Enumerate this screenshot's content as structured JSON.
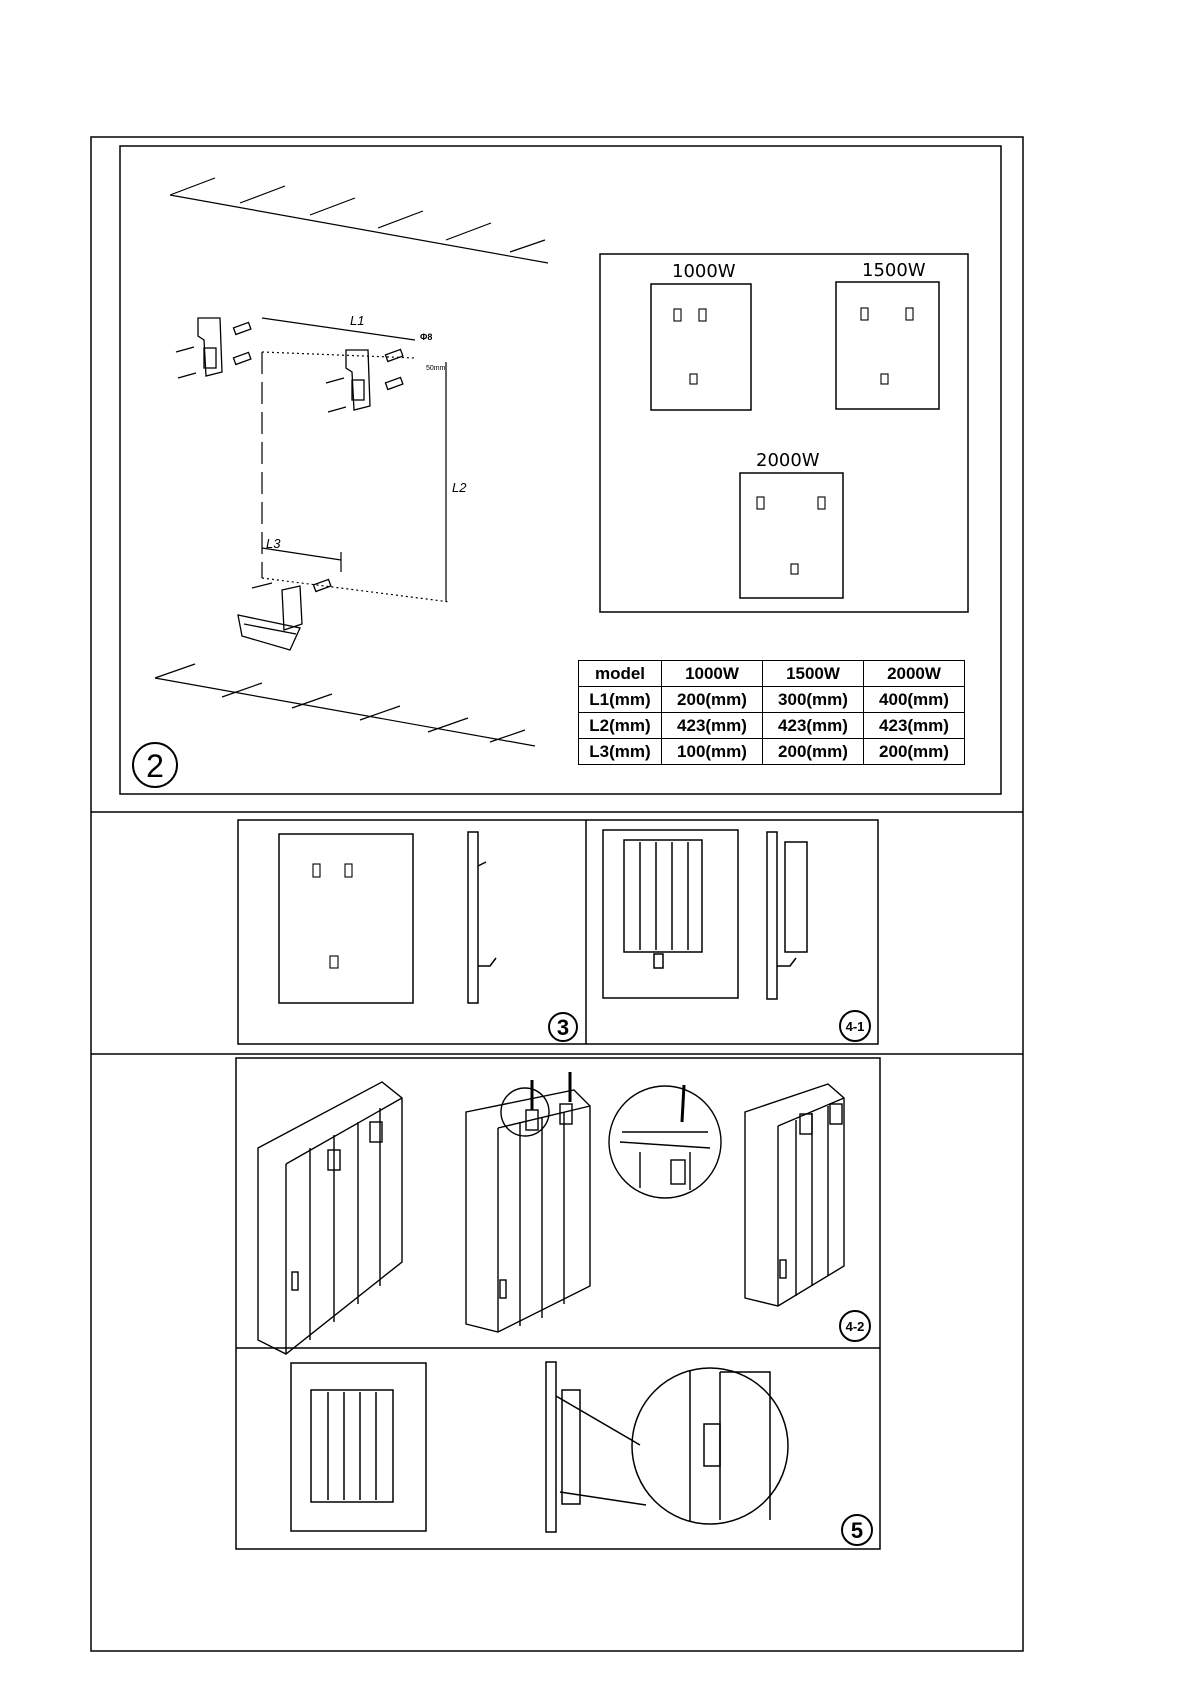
{
  "diagram": {
    "panel2": {
      "step_number": "2",
      "dimension_labels": {
        "l1": "L1",
        "l2": "L2",
        "l3": "L3",
        "hole": "Φ8",
        "offset": "50mm"
      },
      "templates": [
        {
          "label": "1000W"
        },
        {
          "label": "1500W"
        },
        {
          "label": "2000W"
        }
      ]
    },
    "table": {
      "header": [
        "model",
        "1000W",
        "1500W",
        "2000W"
      ],
      "rows": [
        [
          "L1(mm)",
          "200(mm)",
          "300(mm)",
          "400(mm)"
        ],
        [
          "L2(mm)",
          "423(mm)",
          "423(mm)",
          "423(mm)"
        ],
        [
          "L3(mm)",
          "100(mm)",
          "200(mm)",
          "200(mm)"
        ]
      ]
    },
    "steps": {
      "step3": "3",
      "step4_1": "4-1",
      "step4_2": "4-2",
      "step5": "5"
    }
  }
}
